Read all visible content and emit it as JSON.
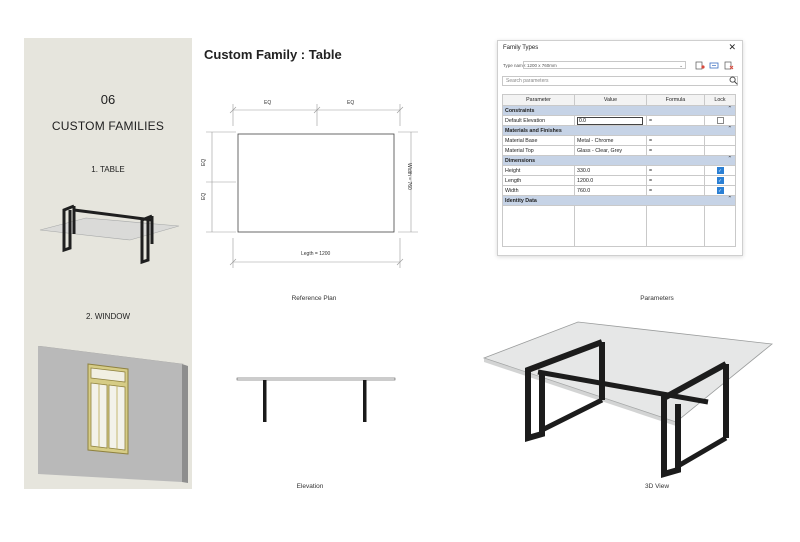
{
  "sidebar": {
    "number": "06",
    "title": "CUSTOM FAMILIES",
    "items": [
      {
        "label": "1. TABLE"
      },
      {
        "label": "2. WINDOW"
      }
    ]
  },
  "page_title": "Custom Family : Table",
  "reference_plan": {
    "dim_top_left": "EQ",
    "dim_top_right": "EQ",
    "dim_left_top": "EQ",
    "dim_left_bottom": "EQ",
    "dim_right": "Width = 760",
    "dim_bottom": "Legth = 1200",
    "caption": "Reference Plan"
  },
  "dialog": {
    "title": "Family Types",
    "close": "✕",
    "type_name_label": "Type name:",
    "type_name_value": "1200 x 760mm",
    "search_placeholder": "Search parameters",
    "columns": [
      "Parameter",
      "Value",
      "Formula",
      "Lock"
    ],
    "groups": [
      {
        "name": "Constraints",
        "rows": [
          {
            "param": "Default Elevation",
            "value": "0.0",
            "formula": "=",
            "lock": false,
            "editing": true
          }
        ]
      },
      {
        "name": "Materials and Finishes",
        "rows": [
          {
            "param": "Material Base",
            "value": "Metal - Chrome",
            "formula": "="
          },
          {
            "param": "Material Top",
            "value": "Glass - Clear, Grey",
            "formula": "="
          }
        ]
      },
      {
        "name": "Dimensions",
        "rows": [
          {
            "param": "Height",
            "value": "330.0",
            "formula": "=",
            "lock": true
          },
          {
            "param": "Length",
            "value": "1200.0",
            "formula": "=",
            "lock": true
          },
          {
            "param": "Width",
            "value": "760.0",
            "formula": "=",
            "lock": true
          }
        ]
      },
      {
        "name": "Identity Data",
        "rows": []
      }
    ]
  },
  "captions": {
    "parameters": "Parameters",
    "elevation": "Elevation",
    "view3d": "3D View"
  }
}
